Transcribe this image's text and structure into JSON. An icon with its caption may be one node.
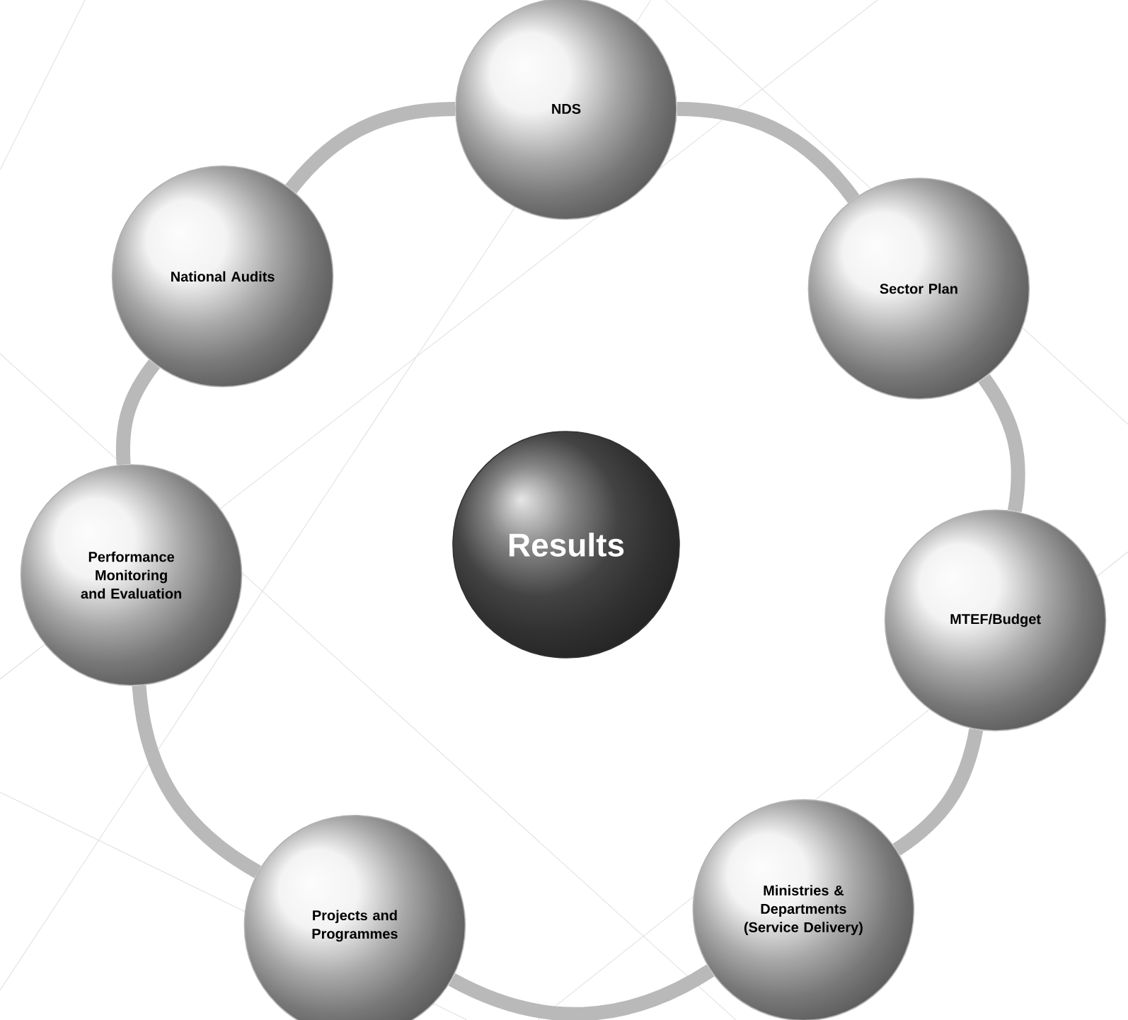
{
  "diagram": {
    "nodes": [
      {
        "text": [
          "NDS"
        ]
      },
      {
        "text": [
          "Sector Plan"
        ]
      },
      {
        "text": [
          "MTEF/Budget"
        ]
      },
      {
        "text": [
          "Ministries & Departments (Service Delivery)"
        ]
      },
      {
        "text": [
          "Projects and Programmes"
        ]
      },
      {
        "text": [
          "Performance Monitoring and Evaluation"
        ]
      },
      {
        "text": [
          "National Audits"
        ]
      },
      {
        "text": [
          "Results"
        ]
      }
    ],
    "edges": [
      {
        "from": 0,
        "to": 1,
        "arrow": "none"
      },
      {
        "from": 1,
        "to": 2,
        "arrow": "none"
      },
      {
        "from": 2,
        "to": 3,
        "arrow": "none"
      },
      {
        "from": 3,
        "to": 4,
        "arrow": "none"
      },
      {
        "from": 4,
        "to": 5,
        "arrow": "none"
      },
      {
        "from": 5,
        "to": 6,
        "arrow": "none"
      },
      {
        "from": 6,
        "to": 0,
        "arrow": "none"
      }
    ]
  }
}
